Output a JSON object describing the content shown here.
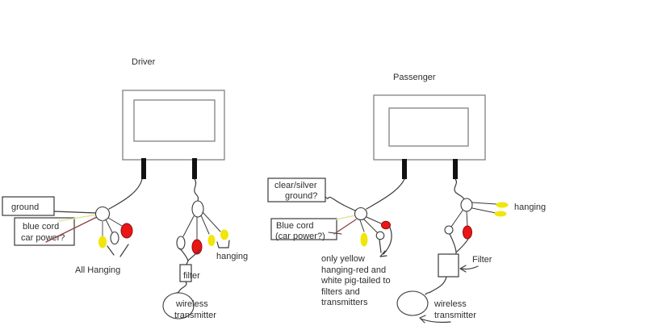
{
  "colors": {
    "background": "#ffffff",
    "ink": "#3a3a3a",
    "text": "#2e2e2e",
    "monitor_border": "#8a8a8a",
    "leg_black": "#111111",
    "red_connector": "#ea1515",
    "red_connector_border": "#8d0f0f",
    "yellow_connector": "#f0e60a",
    "pale_yellow_wire": "#e6e49c",
    "dark_red_wire": "#8c4242",
    "gray_wire": "#a8a8a8"
  },
  "driver": {
    "title": "Driver",
    "ground_label": "ground",
    "blue_cord_label_line1": "blue cord",
    "blue_cord_label_line2": "car power?",
    "all_hanging_label": "All Hanging",
    "hanging_label": "hanging",
    "filter_label": "filter",
    "wireless_label_line1": "wireless",
    "wireless_label_line2": "transmitter"
  },
  "passenger": {
    "title": "Passenger",
    "clear_silver_label_line1": "clear/silver",
    "clear_silver_label_line2": "ground?",
    "blue_cord_label_line1": "Blue cord",
    "blue_cord_label_line2": "(car power?)",
    "note_lines": [
      "only yellow",
      "hanging-red and",
      "white pig-tailed to",
      "filters and",
      "transmitters"
    ],
    "hanging_label": "hanging",
    "filter_label": "Filter",
    "wireless_label_line1": "wireless",
    "wireless_label_line2": "transmitter"
  }
}
